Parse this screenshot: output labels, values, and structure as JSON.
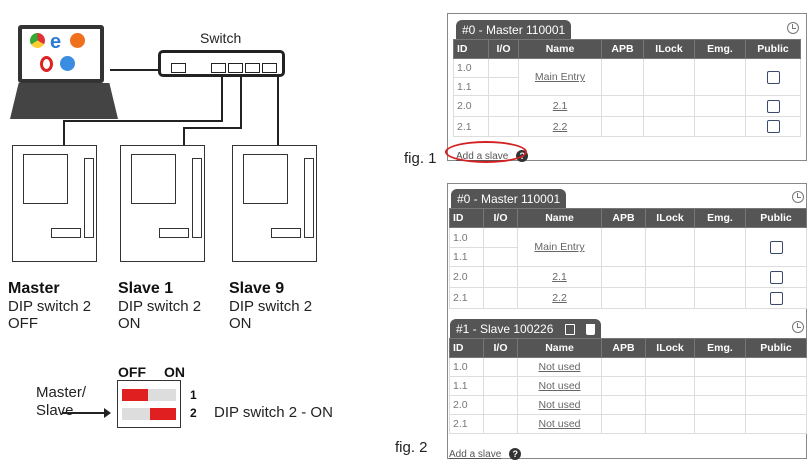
{
  "diagram": {
    "switch_label": "Switch",
    "devices": [
      {
        "name": "Master",
        "line1": "DIP switch 2",
        "line2": "OFF"
      },
      {
        "name": "Slave 1",
        "line1": "DIP switch 2",
        "line2": "ON"
      },
      {
        "name": "Slave 9",
        "line1": "DIP switch 2",
        "line2": "ON"
      }
    ],
    "dip": {
      "off": "OFF",
      "on": "ON",
      "num1": "1",
      "num2": "2",
      "master_slave_1": "Master/",
      "master_slave_2": "Slave",
      "caption": "DIP switch 2 - ON",
      "switch_color": "#e02020"
    }
  },
  "fig1": {
    "label": "fig. 1",
    "tab": "#0 - Master 110001",
    "headers": [
      "ID",
      "I/O",
      "Name",
      "APB",
      "ILock",
      "Emg.",
      "Public"
    ],
    "rows": [
      {
        "id": "1.0"
      },
      {
        "id": "1.1"
      },
      {
        "id": "2.0",
        "name": "2.1"
      },
      {
        "id": "2.1",
        "name": "2.2"
      }
    ],
    "merged_name": "Main Entry",
    "add_slave": "Add a slave",
    "help": "?",
    "highlight_color": "#d42020"
  },
  "fig2": {
    "label": "fig. 2",
    "master": {
      "tab": "#0 - Master 110001",
      "headers": [
        "ID",
        "I/O",
        "Name",
        "APB",
        "ILock",
        "Emg.",
        "Public"
      ],
      "rows": [
        {
          "id": "1.0"
        },
        {
          "id": "1.1"
        },
        {
          "id": "2.0",
          "name": "2.1"
        },
        {
          "id": "2.1",
          "name": "2.2"
        }
      ],
      "merged_name": "Main Entry"
    },
    "slave": {
      "tab": "#1 - Slave 100226",
      "headers": [
        "ID",
        "I/O",
        "Name",
        "APB",
        "ILock",
        "Emg.",
        "Public"
      ],
      "rows": [
        {
          "id": "1.0",
          "name": "Not used"
        },
        {
          "id": "1.1",
          "name": "Not used"
        },
        {
          "id": "2.0",
          "name": "Not used"
        },
        {
          "id": "2.1",
          "name": "Not used"
        }
      ]
    },
    "add_slave": "Add a slave",
    "help": "?"
  }
}
